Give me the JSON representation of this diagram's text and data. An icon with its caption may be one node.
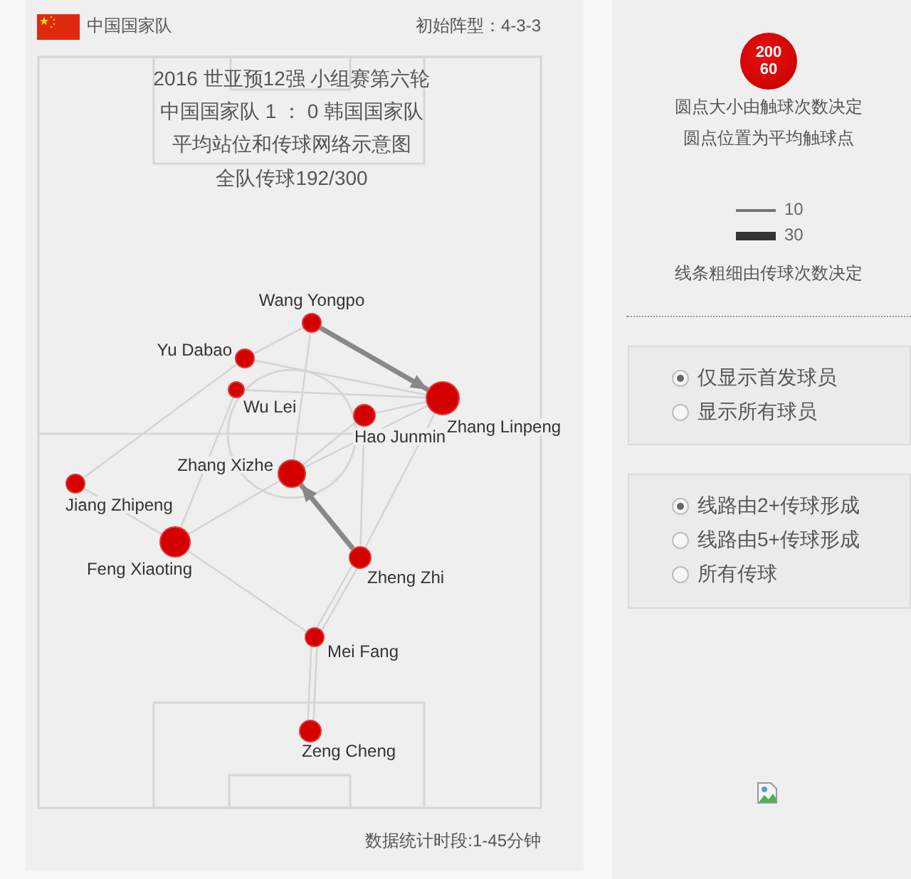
{
  "diagram": {
    "title": "2016 世亚预12强 小组赛第六轮",
    "nodes": [
      {
        "text": [],
        "shape": "circle",
        "beside": [
          "Wang Yongpo"
        ]
      },
      {
        "text": [],
        "shape": "circle",
        "beside": [
          "Yu Dabao"
        ]
      },
      {
        "text": [],
        "shape": "circle",
        "beside": [
          "Wu Lei"
        ]
      },
      {
        "text": [],
        "shape": "circle",
        "beside": [
          "Zhang Linpeng"
        ]
      },
      {
        "text": [],
        "shape": "circle",
        "beside": [
          "Hao Junmin"
        ]
      },
      {
        "text": [],
        "shape": "circle",
        "beside": [
          "Zhang Xizhe"
        ]
      },
      {
        "text": [],
        "shape": "circle",
        "beside": [
          "Jiang Zhipeng"
        ]
      },
      {
        "text": [],
        "shape": "circle",
        "beside": [
          "Feng Xiaoting"
        ]
      },
      {
        "text": [],
        "shape": "circle",
        "beside": [
          "Zheng Zhi"
        ]
      },
      {
        "text": [],
        "shape": "circle",
        "beside": [
          "Mei Fang"
        ]
      },
      {
        "text": [],
        "shape": "circle",
        "beside": [
          "Zeng Cheng"
        ]
      },
      {
        "text": [
          "200",
          "60"
        ],
        "beside": [
          "圆点大小由触球次数决定",
          "圆点位置为平均触球点"
        ]
      },
      {
        "text": [
          "仅显示首发球员",
          "显示所有球员"
        ]
      },
      {
        "text": [
          "线路由2+传球形成",
          "线路由5+传球形成",
          "所有传球"
        ]
      }
    ],
    "edges": [
      {
        "from": 0,
        "to": 3,
        "arrow": "to",
        "style": "thick",
        "color": "#888888"
      },
      {
        "from": 8,
        "to": 5,
        "arrow": "to",
        "style": "thick",
        "color": "#888888"
      },
      {
        "from": 6,
        "to": 1,
        "arrow": "none"
      },
      {
        "from": 1,
        "to": 0,
        "arrow": "none"
      },
      {
        "from": 6,
        "to": 7,
        "arrow": "none"
      },
      {
        "from": 7,
        "to": 5,
        "arrow": "none"
      },
      {
        "from": 7,
        "to": 2,
        "arrow": "none"
      },
      {
        "from": 7,
        "to": 9,
        "arrow": "none"
      },
      {
        "from": 8,
        "to": 9,
        "arrow": "none"
      },
      {
        "from": 9,
        "to": 8,
        "arrow": "none"
      },
      {
        "from": 9,
        "to": 10,
        "arrow": "none"
      },
      {
        "from": 10,
        "to": 9,
        "arrow": "none"
      },
      {
        "from": 1,
        "to": 3,
        "arrow": "none"
      },
      {
        "from": 2,
        "to": 3,
        "arrow": "none"
      },
      {
        "from": 5,
        "to": 3,
        "arrow": "none"
      },
      {
        "from": 5,
        "to": 4,
        "arrow": "none"
      },
      {
        "from": 5,
        "to": 0,
        "arrow": "none"
      },
      {
        "from": 8,
        "to": 3,
        "arrow": "none"
      },
      {
        "from": 8,
        "to": 4,
        "arrow": "none"
      },
      {
        "from": 4,
        "to": 3,
        "arrow": "none"
      }
    ],
    "labels": [
      "中国国家队",
      "初始阵型：4-3-3",
      "中国国家队 1 ： 0 韩国国家队",
      "平均站位和传球网络示意图",
      "全队传球192/300",
      "数据统计时段:1-45分钟",
      "线条粗细由传球次数决定"
    ],
    "legend": [
      {
        "text": "10"
      },
      {
        "text": "30"
      }
    ]
  }
}
